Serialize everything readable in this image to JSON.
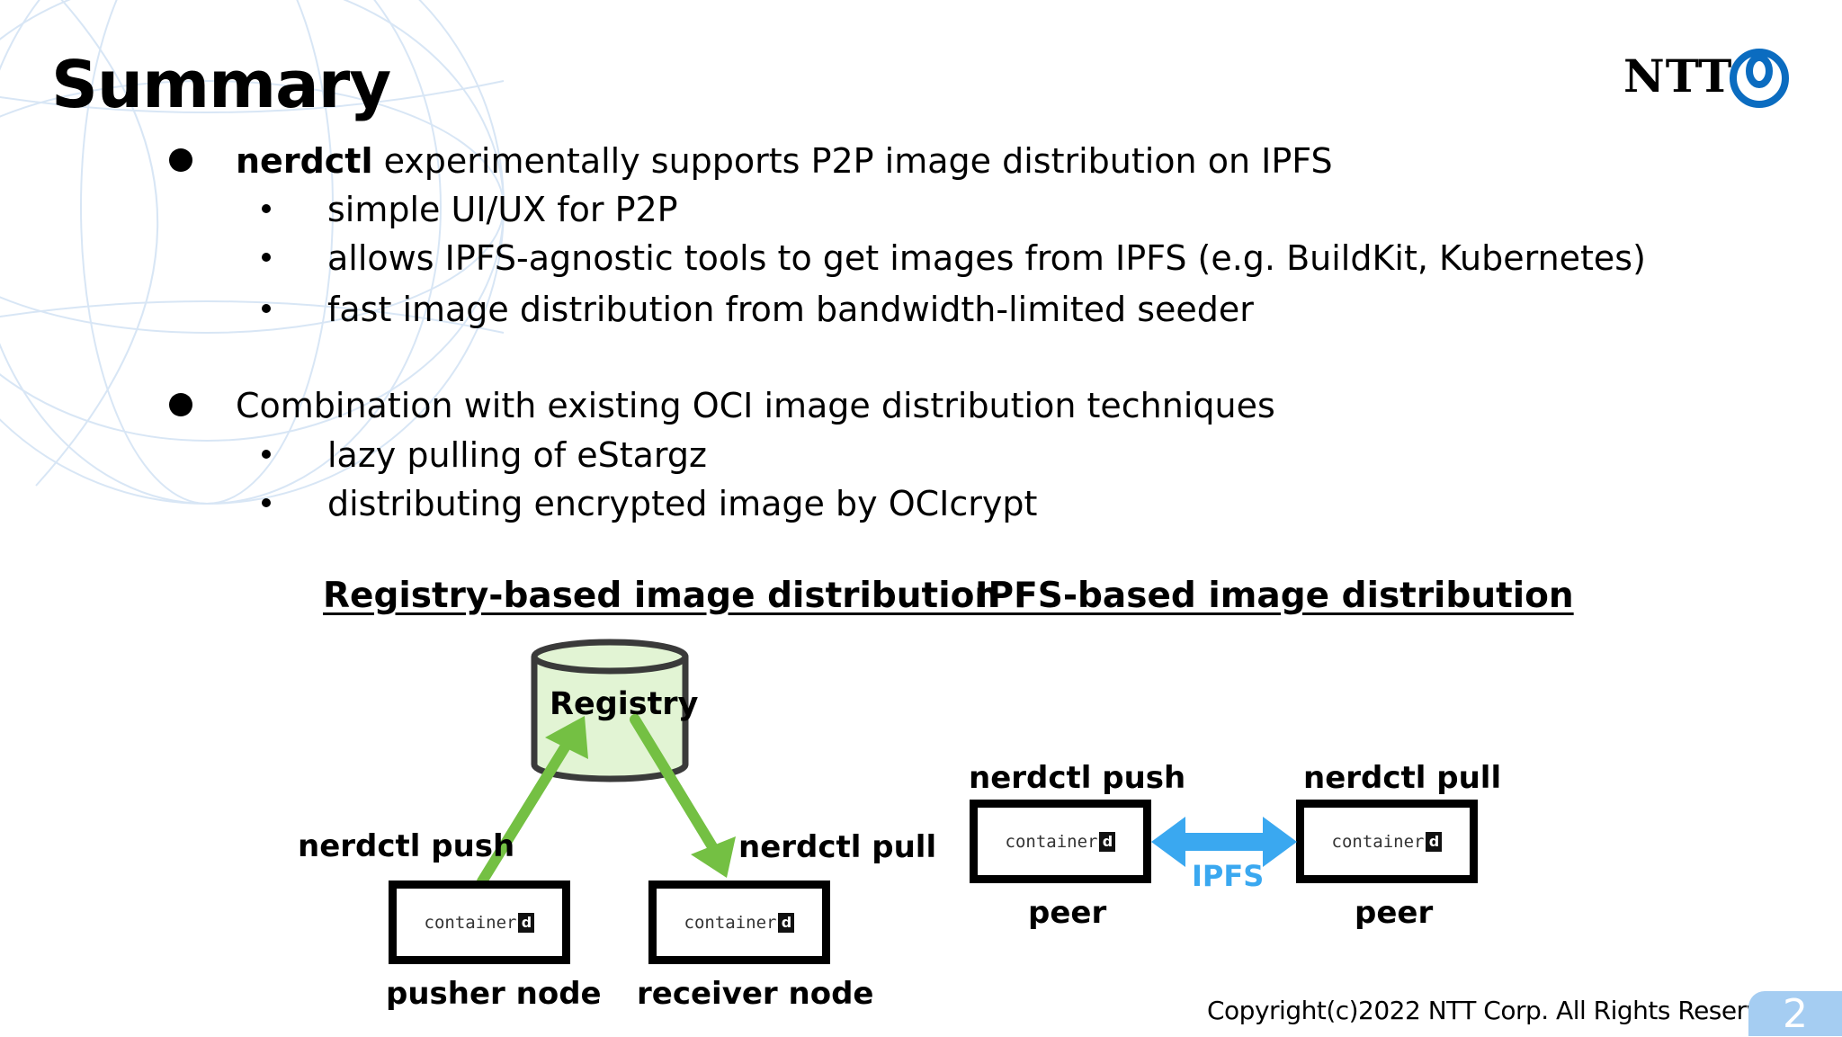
{
  "slide": {
    "title": "Summary",
    "logo_text": "NTT",
    "bullets": [
      {
        "bold_lead": "nerdctl",
        "text": " experimentally supports P2P image distribution on IPFS",
        "subs": [
          "simple UI/UX for P2P",
          "allows IPFS-agnostic tools to get images from IPFS (e.g. BuildKit, Kubernetes)",
          "fast image distribution from bandwidth-limited seeder"
        ]
      },
      {
        "bold_lead": "",
        "text": "Combination with existing OCI image distribution techniques",
        "subs": [
          "lazy pulling of eStargz",
          "distributing encrypted image by OCIcrypt"
        ]
      }
    ]
  },
  "registry_diagram": {
    "heading": "Registry-based image distribution",
    "registry_label": "Registry",
    "push_label": "nerdctl push",
    "pull_label": "nerdctl pull",
    "pusher_label": "pusher node",
    "receiver_label": "receiver node",
    "container_text": "container",
    "container_badge": "d"
  },
  "ipfs_diagram": {
    "heading": "IPFS-based image distribution",
    "push_label": "nerdctl push",
    "pull_label": "nerdctl pull",
    "peer_left_label": "peer",
    "peer_right_label": "peer",
    "ipfs_label": "IPFS",
    "container_text": "container",
    "container_badge": "d"
  },
  "footer": {
    "copyright": "Copyright(c)2022 NTT Corp. All Rights Reserved.",
    "page_number": "2"
  },
  "colors": {
    "green_arrow": "#74c043",
    "registry_fill": "#e2f4d4",
    "ipfs_blue": "#3aa8f0",
    "ntt_blue": "#0b6cc0",
    "page_tab": "#a5cdf2"
  }
}
